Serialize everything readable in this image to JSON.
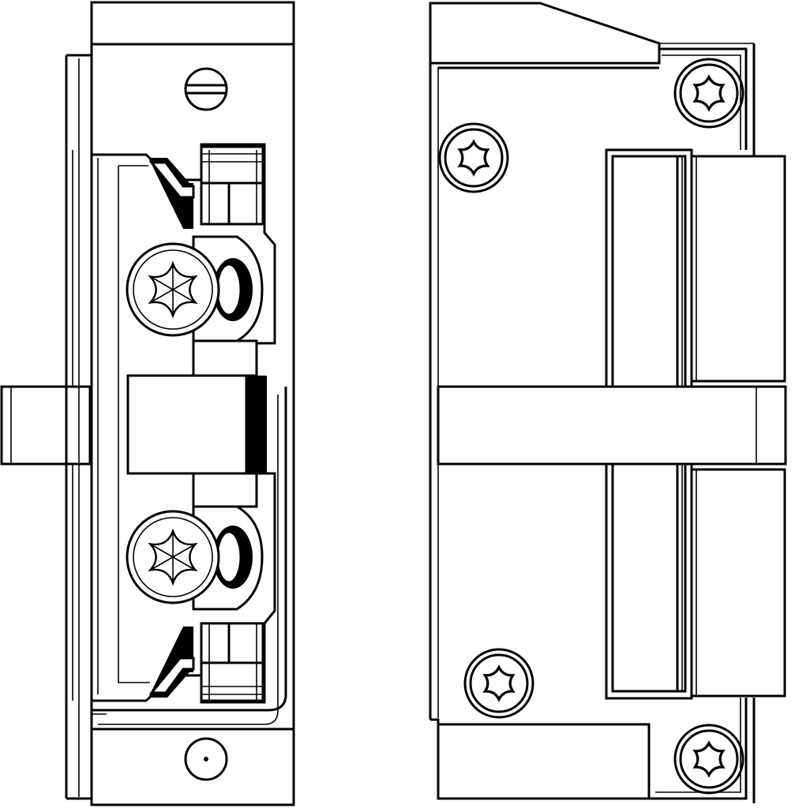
{
  "figure": {
    "views": [
      {
        "name": "side-view",
        "screws": [
          "slotted-screw",
          "torx-screw",
          "torx-screw",
          "pin-screw"
        ]
      },
      {
        "name": "front-view",
        "screws": [
          "torx-screw",
          "torx-screw",
          "torx-screw",
          "torx-screw"
        ]
      }
    ],
    "colors": {
      "line": "#000000",
      "background": "#ffffff"
    }
  }
}
